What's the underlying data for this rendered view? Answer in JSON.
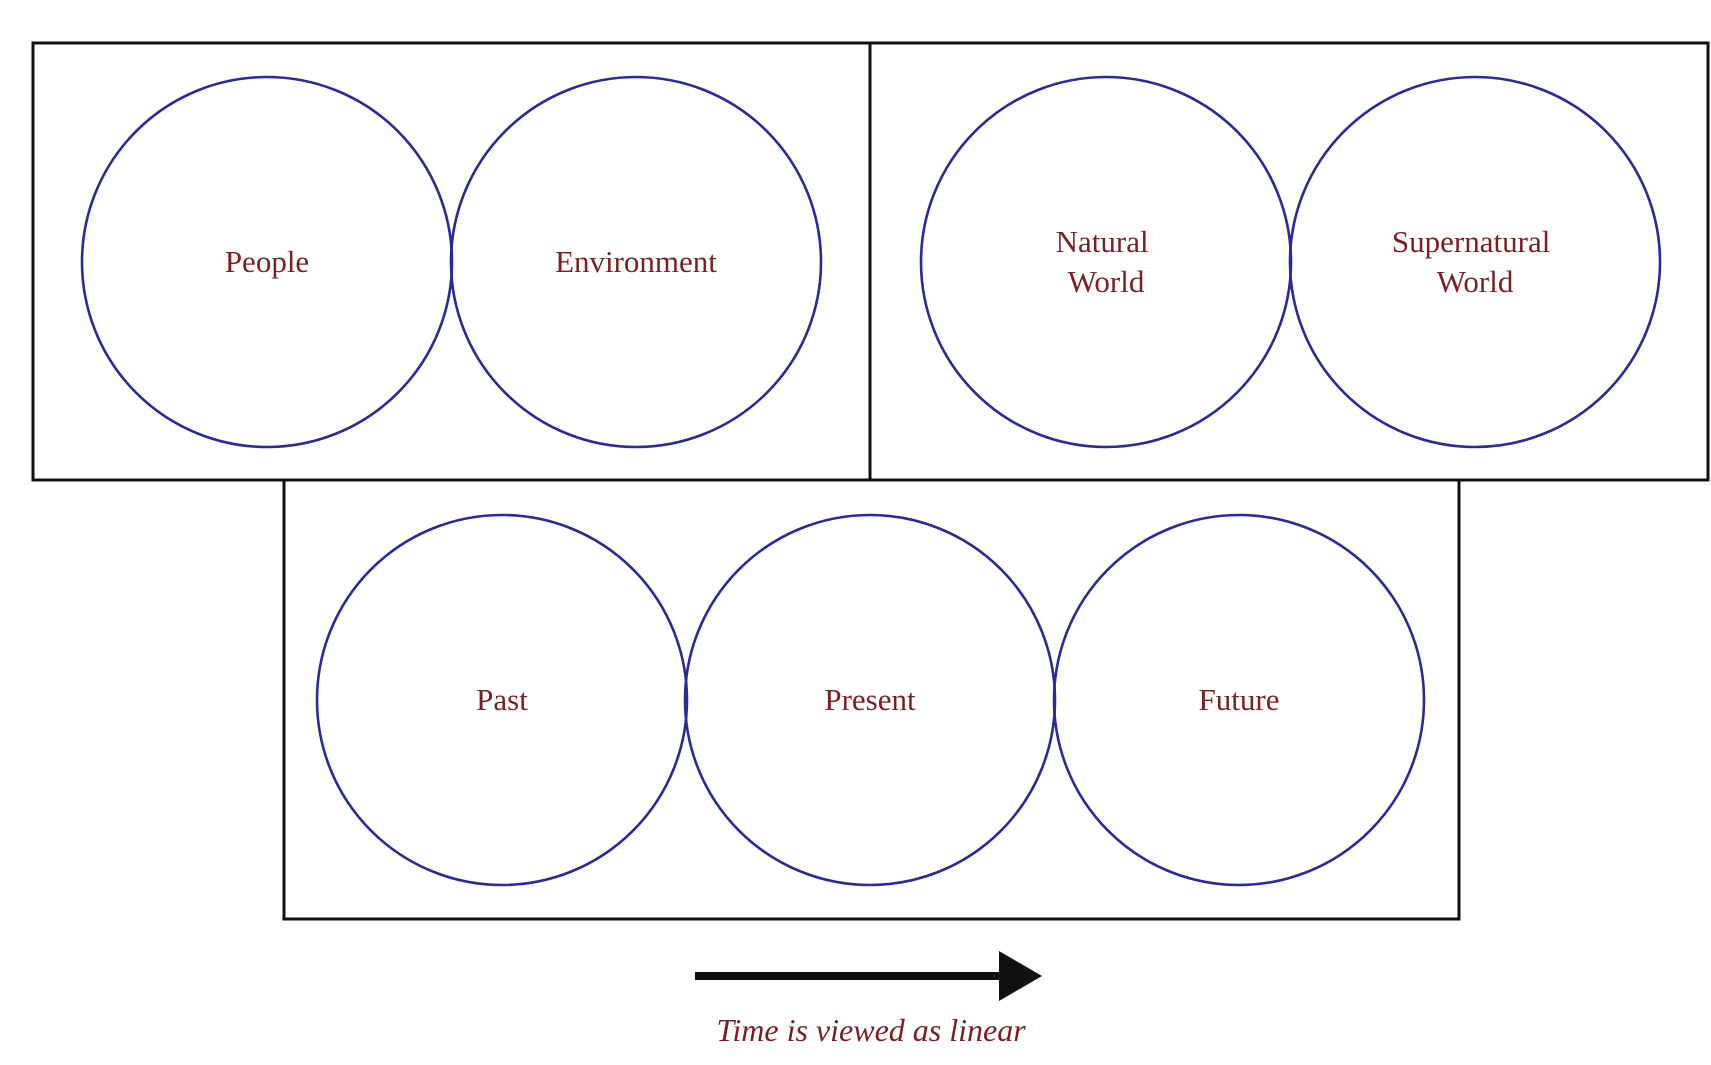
{
  "colors": {
    "circle_stroke": "#2b2a9a",
    "label_text": "#7b1f24",
    "panel_stroke": "#111111",
    "arrow": "#111111",
    "background": "#ffffff"
  },
  "panels": [
    {
      "circles": [
        {
          "lines": [
            "People"
          ]
        },
        {
          "lines": [
            "Environment"
          ]
        }
      ]
    },
    {
      "circles": [
        {
          "lines": [
            "Natural",
            "World"
          ]
        },
        {
          "lines": [
            "Supernatural",
            "World"
          ]
        }
      ]
    },
    {
      "circles": [
        {
          "lines": [
            "Past"
          ]
        },
        {
          "lines": [
            "Present"
          ]
        },
        {
          "lines": [
            "Future"
          ]
        }
      ]
    }
  ],
  "caption": "Time is  viewed as linear"
}
